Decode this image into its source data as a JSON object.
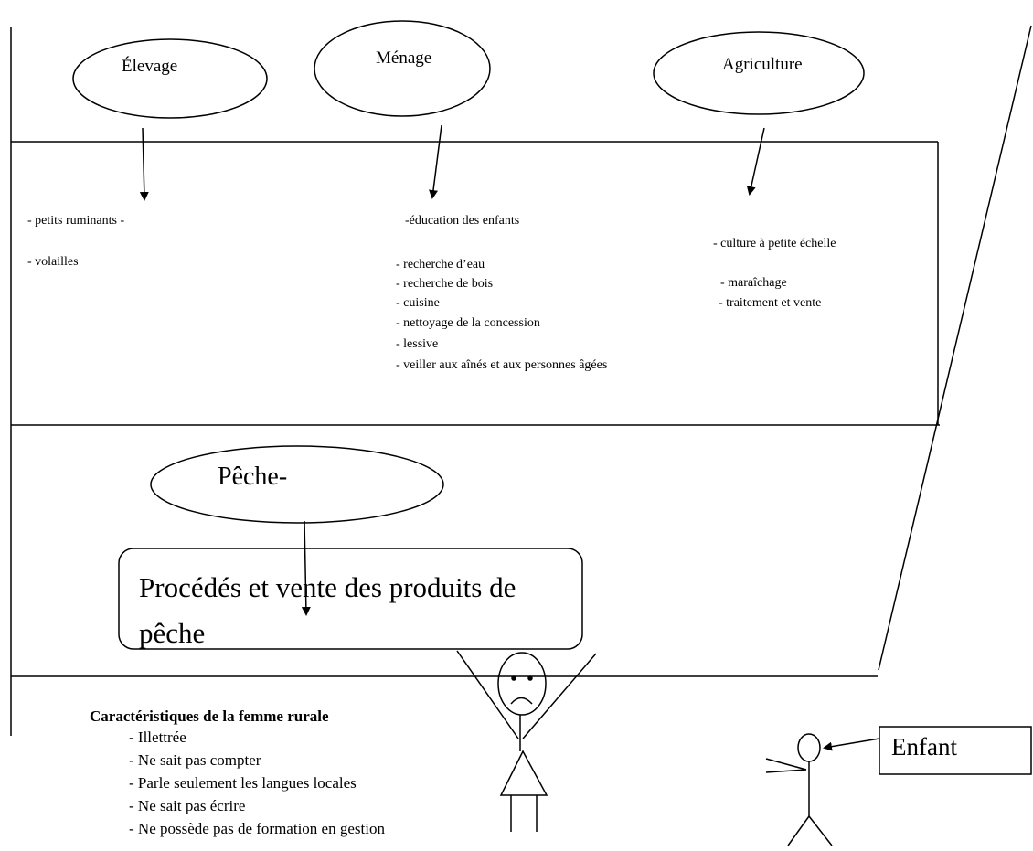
{
  "ovals": {
    "elevage": "Élevage",
    "menage": "Ménage",
    "agriculture": "Agriculture",
    "peche": "Pêche-"
  },
  "elevage_items": [
    "- petits ruminants  -",
    "- volailles"
  ],
  "menage_items": [
    "-éducation  des  enfants",
    "- recherche  d’eau",
    "- recherche   de  bois",
    " - cuisine",
    " - nettoyage  de  la  concession",
    " - lessive",
    " - veiller  aux  aînés  et  aux  personnes   âgées"
  ],
  "agriculture_items": [
    "- culture  à  petite  échelle",
    "- maraîchage",
    "- traitement   et  vente"
  ],
  "peche_box": "Procédés et vente des produits de pêche",
  "characteristics": {
    "title": "Caractéristiques de la femme rurale",
    "items": [
      "- Illettrée",
      "- Ne sait pas compter",
      "- Parle seulement les langues locales",
      "- Ne sait pas écrire",
      "- Ne possède pas de formation en gestion"
    ]
  },
  "enfant_label": "Enfant"
}
